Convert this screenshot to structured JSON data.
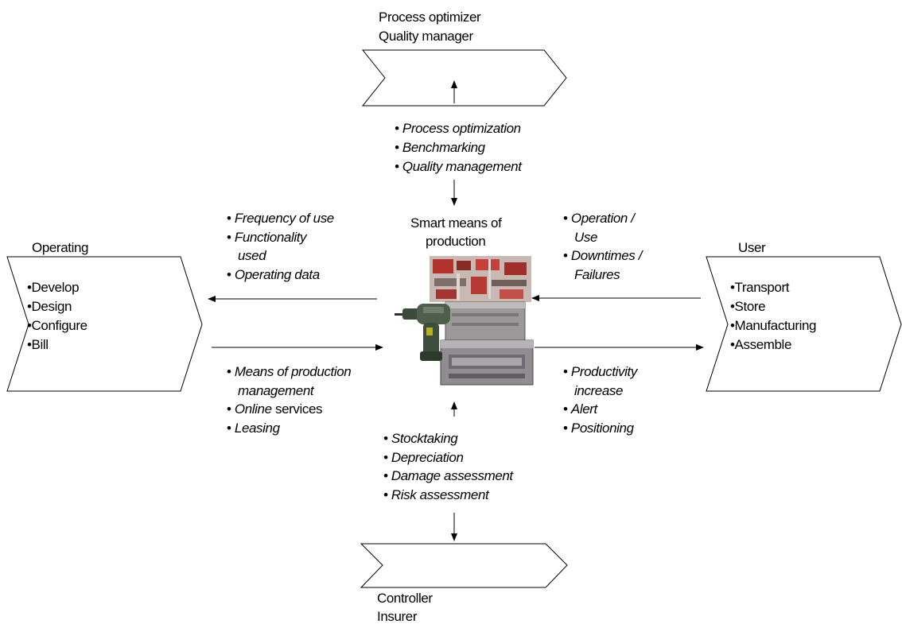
{
  "top": {
    "title_line1": "Process optimizer",
    "title_line2": "Quality manager",
    "items": [
      "Process optimization",
      "Benchmarking",
      "Quality management"
    ]
  },
  "center": {
    "title_line1": "Smart means of",
    "title_line2": "production"
  },
  "left": {
    "title": "Operating",
    "chevron_items": [
      "•Develop",
      "•Design",
      "•Configure",
      "•Bill"
    ],
    "upper_items": [
      {
        "bullet": "•",
        "text": "Frequency of use"
      },
      {
        "bullet": "•",
        "text": "Functionality"
      },
      {
        "bullet": "",
        "text": "used"
      },
      {
        "bullet": "•",
        "text": "Operating data"
      }
    ],
    "lower_items": [
      {
        "bullet": "•",
        "text": "Means of production"
      },
      {
        "bullet": "",
        "text": "management"
      },
      {
        "bullet": "•",
        "text_italic": "Online",
        "text_plain": " services"
      },
      {
        "bullet": "•",
        "text": "Leasing"
      }
    ]
  },
  "right": {
    "title": "User",
    "chevron_items": [
      "•Transport",
      "•Store",
      "•Manufacturing",
      "•Assemble"
    ],
    "upper_items": [
      {
        "bullet": "•",
        "text": "Operation /"
      },
      {
        "bullet": "",
        "text": "Use"
      },
      {
        "bullet": "•",
        "text": "Downtimes /"
      },
      {
        "bullet": "",
        "text": "Failures"
      }
    ],
    "lower_items": [
      {
        "bullet": "•",
        "text": "Productivity"
      },
      {
        "bullet": "",
        "text": "increase"
      },
      {
        "bullet": "•",
        "text": "Alert"
      },
      {
        "bullet": "•",
        "text": "Positioning"
      }
    ]
  },
  "bottom": {
    "items": [
      "Stocktaking",
      "Depreciation",
      "Damage assessment",
      "Risk assessment"
    ],
    "title_line1": "Controller",
    "title_line2": "Insurer"
  }
}
